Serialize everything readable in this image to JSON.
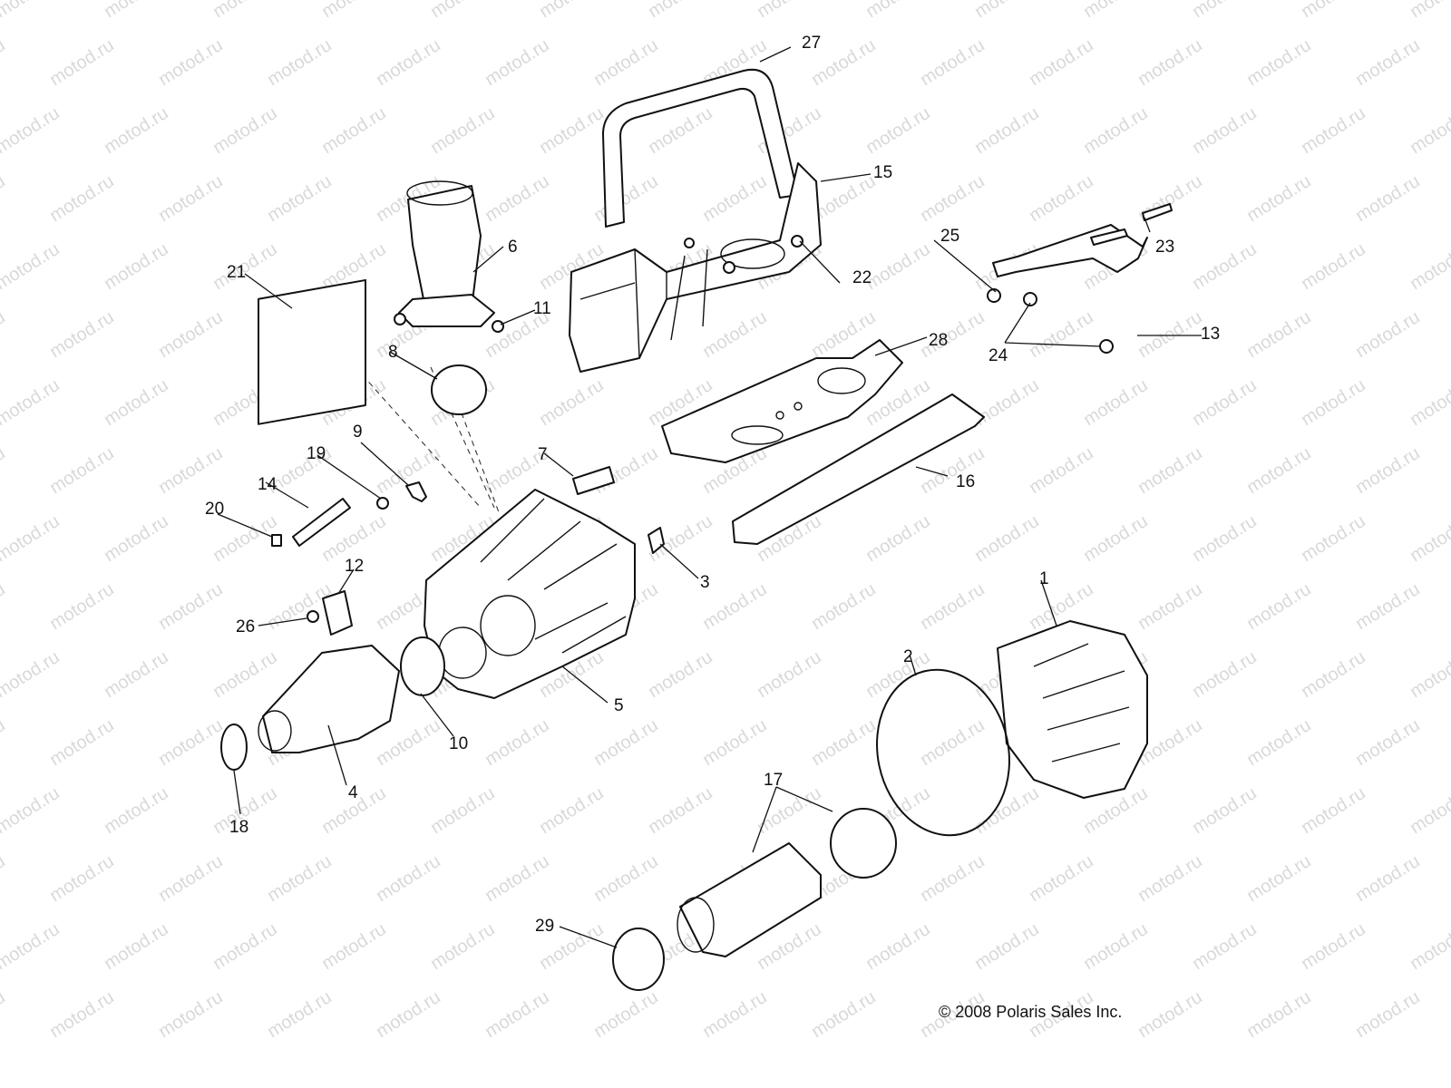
{
  "watermark": "motod.ru",
  "copyright": "© 2008 Polaris Sales Inc.",
  "callouts": [
    "1",
    "2",
    "3",
    "4",
    "5",
    "6",
    "7",
    "8",
    "9",
    "10",
    "11",
    "12",
    "13",
    "14",
    "15",
    "16",
    "17",
    "18",
    "19",
    "20",
    "21",
    "22",
    "23",
    "24",
    "25",
    "26",
    "27",
    "28",
    "29"
  ]
}
